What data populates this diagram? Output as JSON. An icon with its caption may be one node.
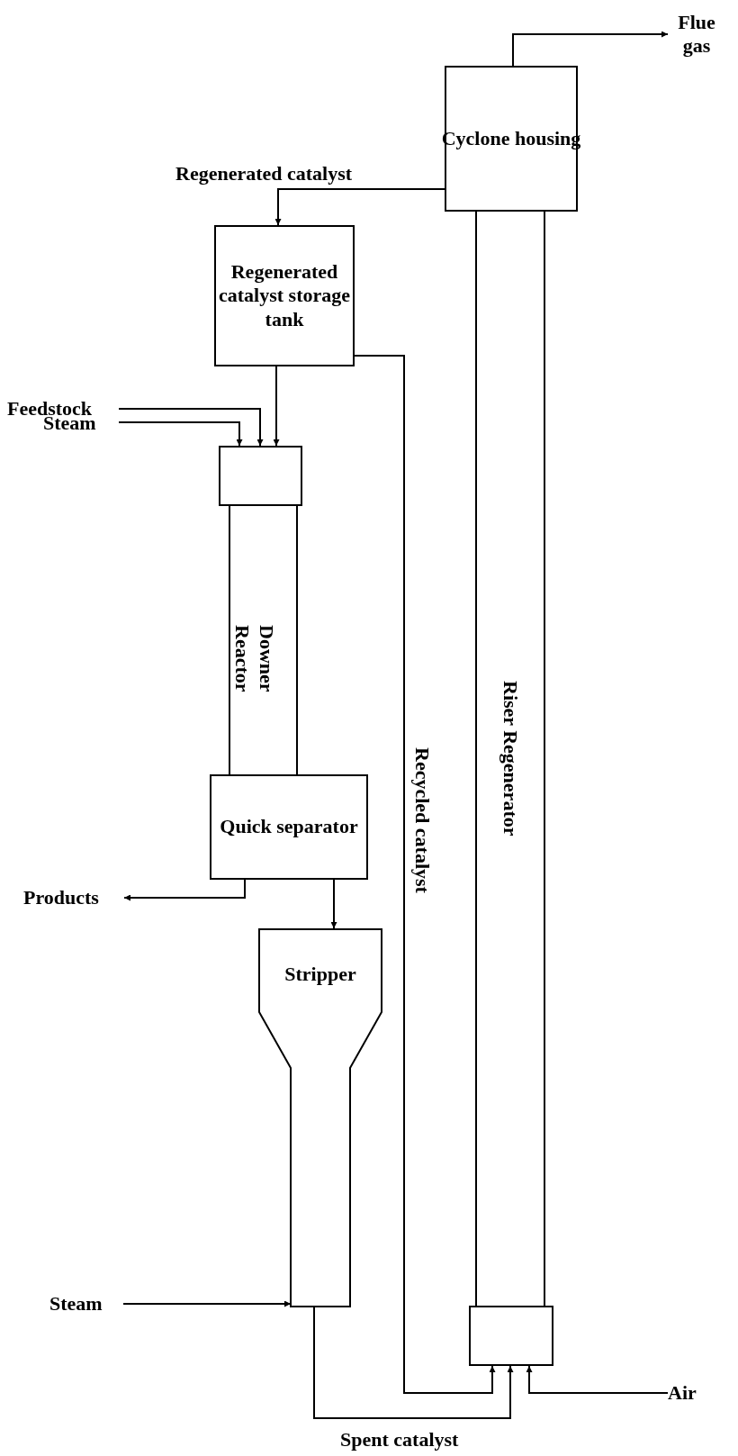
{
  "diagram": {
    "nodes": [
      {
        "text": [
          "Cyclone housing"
        ]
      },
      {
        "text": [
          "Riser Regenerator"
        ]
      },
      {
        "text": [],
        "shape": "box"
      },
      {
        "text": [
          "Regenerated catalyst storage tank"
        ]
      },
      {
        "text": [],
        "shape": "box"
      },
      {
        "text": [
          "Downer Reactor"
        ]
      },
      {
        "text": [
          "Quick separator"
        ]
      },
      {
        "text": [
          "Stripper"
        ]
      },
      {
        "text": [
          "Flue gas"
        ]
      },
      {
        "text": [
          "Feedstock"
        ]
      },
      {
        "text": [
          "Steam"
        ]
      },
      {
        "text": [
          "Products"
        ]
      },
      {
        "text": [
          "Steam"
        ]
      },
      {
        "text": [
          "Air"
        ]
      }
    ],
    "edges": [
      {
        "from": 0,
        "to": 8,
        "arrow": "to"
      },
      {
        "from": 0,
        "to": 3,
        "arrow": "to",
        "label": "Regenerated catalyst"
      },
      {
        "from": 3,
        "to": 4,
        "arrow": "to"
      },
      {
        "from": 9,
        "to": 4,
        "arrow": "to"
      },
      {
        "from": 10,
        "to": 4,
        "arrow": "to"
      },
      {
        "from": 6,
        "to": 11,
        "arrow": "to"
      },
      {
        "from": 6,
        "to": 7,
        "arrow": "to"
      },
      {
        "from": 12,
        "to": 7,
        "arrow": "to"
      },
      {
        "from": 7,
        "to": 2,
        "arrow": "to",
        "label": "Spent catalyst"
      },
      {
        "from": 3,
        "to": 2,
        "arrow": "to",
        "label": "Recycled catalyst"
      },
      {
        "from": 13,
        "to": 2,
        "arrow": "to"
      }
    ]
  }
}
